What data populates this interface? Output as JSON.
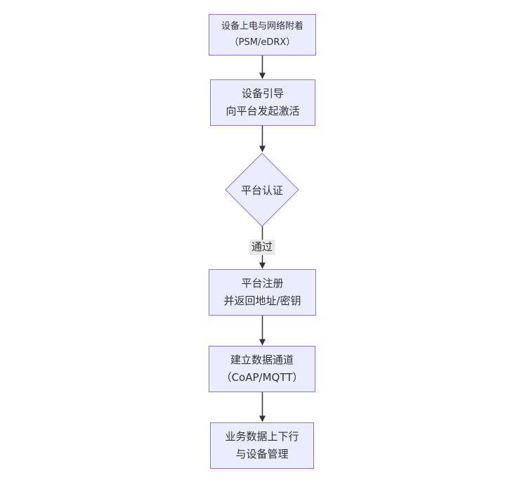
{
  "diagram": {
    "type": "flowchart",
    "direction": "top-down",
    "nodes": [
      {
        "id": "power-attach",
        "shape": "rect",
        "lines": [
          "设备上电与网络附着",
          "（PSM/eDRX）"
        ]
      },
      {
        "id": "bootstrap",
        "shape": "rect",
        "lines": [
          "设备引导",
          "向平台发起激活"
        ]
      },
      {
        "id": "platform-auth",
        "shape": "diamond",
        "lines": [
          "平台认证"
        ]
      },
      {
        "id": "register",
        "shape": "rect",
        "lines": [
          "平台注册",
          "并返回地址/密钥"
        ]
      },
      {
        "id": "data-channel",
        "shape": "rect",
        "lines": [
          "建立数据通道",
          "（CoAP/MQTT）"
        ]
      },
      {
        "id": "business-data",
        "shape": "rect",
        "lines": [
          "业务数据上下行",
          "与设备管理"
        ]
      }
    ],
    "edges": [
      {
        "from": "power-attach",
        "to": "bootstrap",
        "label": ""
      },
      {
        "from": "bootstrap",
        "to": "platform-auth",
        "label": ""
      },
      {
        "from": "platform-auth",
        "to": "register",
        "label": "通过"
      },
      {
        "from": "register",
        "to": "data-channel",
        "label": ""
      },
      {
        "from": "data-channel",
        "to": "business-data",
        "label": ""
      }
    ],
    "colors": {
      "background": "#ffffff",
      "node_fill": "#ECECFF",
      "node_border": "#9370DB",
      "text": "#333333",
      "arrow": "#333333",
      "edge_label_bg": "#e8e8e8"
    }
  }
}
